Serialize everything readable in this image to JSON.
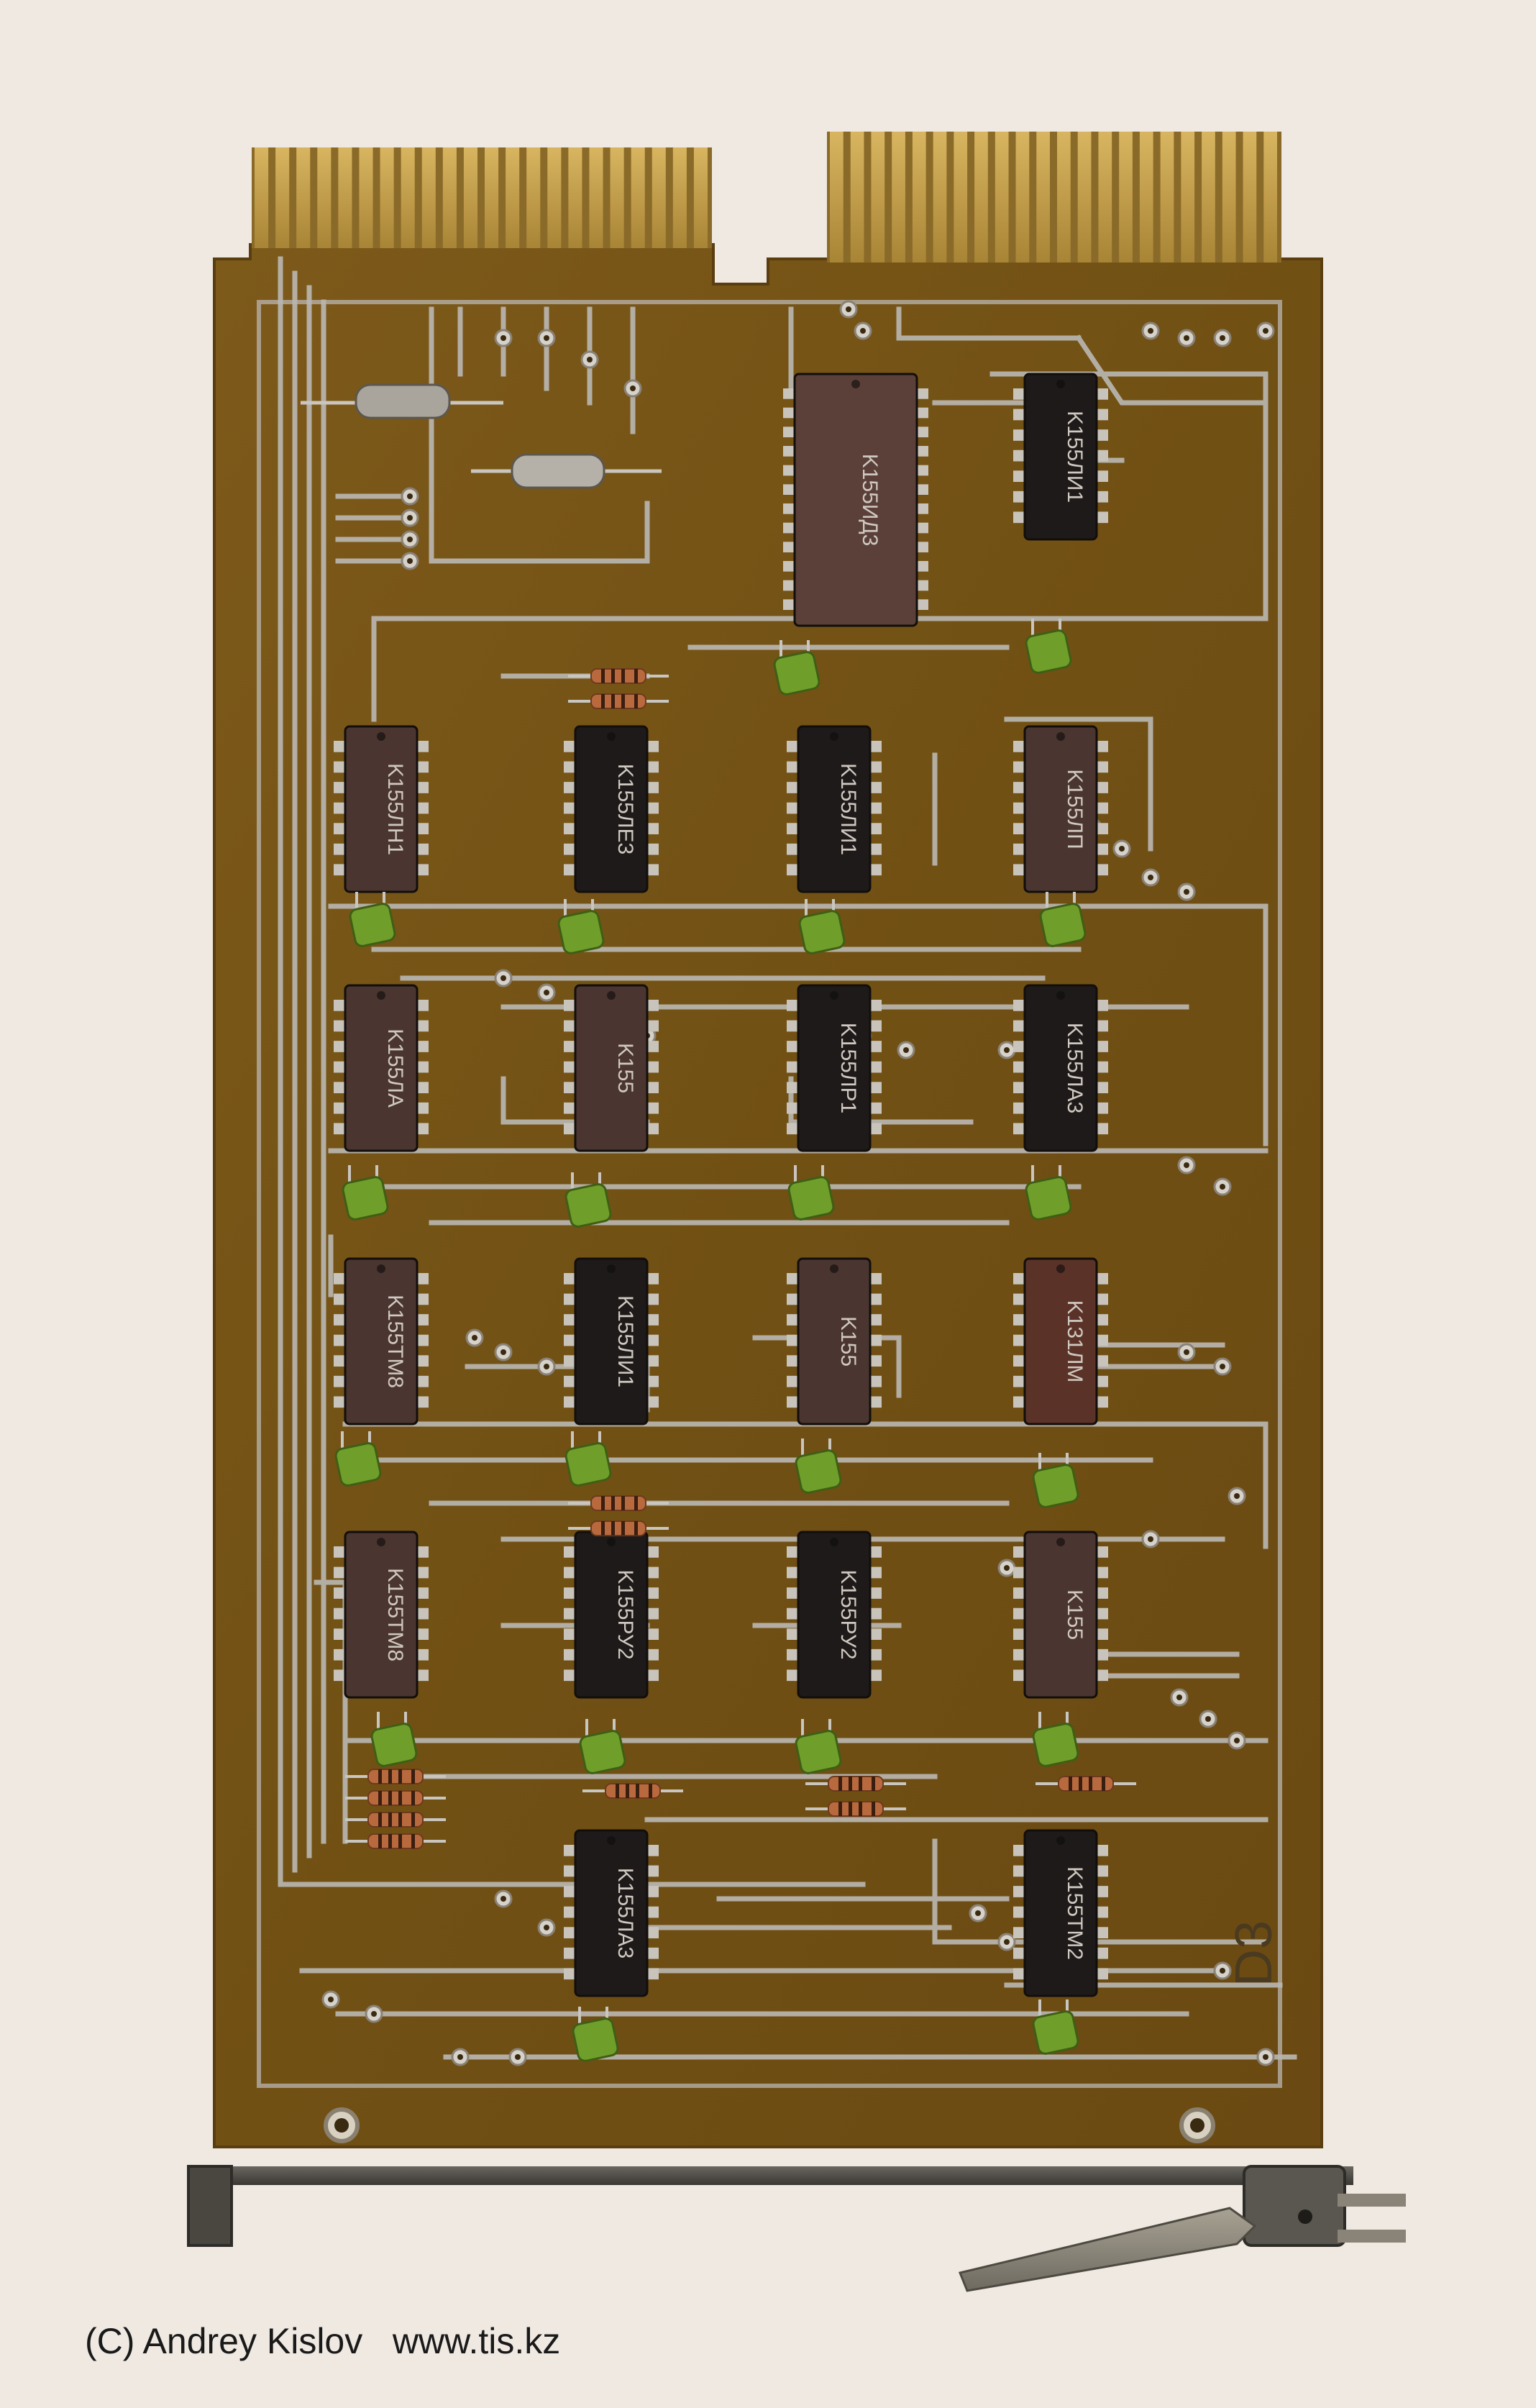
{
  "board": {
    "label": "D3",
    "chips": [
      {
        "id": "u1",
        "marking": "K155ИД3",
        "color": "#5a4038",
        "col": 1,
        "row": 0
      },
      {
        "id": "u2",
        "marking": "K155ЛИ1",
        "color": "#1e1a1a",
        "col": 3,
        "row": 0
      },
      {
        "id": "u3",
        "marking": "K155ЛН1",
        "color": "#4a3530",
        "col": 0,
        "row": 1
      },
      {
        "id": "u4",
        "marking": "K155ЛЕ3",
        "color": "#1e1a1a",
        "col": 1,
        "row": 1
      },
      {
        "id": "u5",
        "marking": "K155ЛИ1",
        "color": "#1e1a1a",
        "col": 2,
        "row": 1
      },
      {
        "id": "u6",
        "marking": "K155ЛП",
        "color": "#4a3530",
        "col": 3,
        "row": 1
      },
      {
        "id": "u7",
        "marking": "K155ЛА",
        "color": "#4a3530",
        "col": 0,
        "row": 2
      },
      {
        "id": "u8",
        "marking": "K155",
        "color": "#4a3530",
        "col": 1,
        "row": 2
      },
      {
        "id": "u9",
        "marking": "K155ЛР1",
        "color": "#1e1a1a",
        "col": 2,
        "row": 2
      },
      {
        "id": "u10",
        "marking": "K155ЛА3",
        "color": "#1e1a1a",
        "col": 3,
        "row": 2
      },
      {
        "id": "u11",
        "marking": "K155ТМ8",
        "color": "#4a3530",
        "col": 0,
        "row": 3
      },
      {
        "id": "u12",
        "marking": "K155ЛИ1",
        "color": "#1e1a1a",
        "col": 1,
        "row": 3
      },
      {
        "id": "u13",
        "marking": "K155",
        "color": "#4a3530",
        "col": 2,
        "row": 3
      },
      {
        "id": "u14",
        "marking": "K131ЛМ",
        "color": "#5a3228",
        "col": 3,
        "row": 3
      },
      {
        "id": "u15",
        "marking": "K155ТМ8",
        "color": "#4a3530",
        "col": 0,
        "row": 4
      },
      {
        "id": "u16",
        "marking": "K155РУ2",
        "color": "#1e1a1a",
        "col": 1,
        "row": 4
      },
      {
        "id": "u17",
        "marking": "K155РУ2",
        "color": "#1e1a1a",
        "col": 2,
        "row": 4
      },
      {
        "id": "u18",
        "marking": "K155",
        "color": "#4a3530",
        "col": 3,
        "row": 4
      },
      {
        "id": "u19",
        "marking": "K155ЛА3",
        "color": "#1e1a1a",
        "col": 1,
        "row": 5
      },
      {
        "id": "u20",
        "marking": "K155ТМ2",
        "color": "#1e1a1a",
        "col": 3,
        "row": 5
      }
    ]
  },
  "caption": "(C) Andrey Kislov   www.tis.kz",
  "colors": {
    "background": "#efe9e2",
    "board": "#7a5418",
    "trace": "#b9b6b0",
    "gold": "#c9a24a",
    "capacitor": "#6f9e2a",
    "resistor": "#b86a3e"
  }
}
